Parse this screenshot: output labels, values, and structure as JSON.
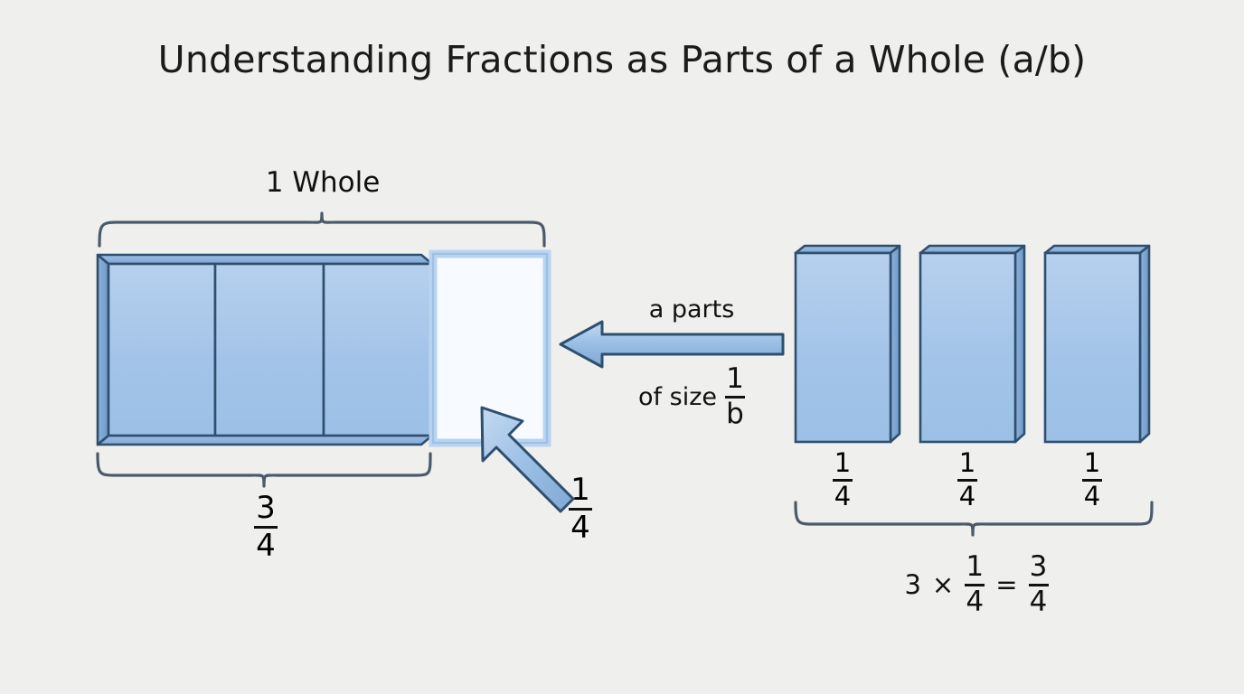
{
  "page": {
    "title": "Understanding Fractions as Parts of a Whole (a/b)",
    "background_color": "#efefed",
    "text_color": "#111111"
  },
  "colors": {
    "block_fill": "#a3c4e8",
    "block_fill_light": "#b7d0ee",
    "block_edge_dark": "#2f4f6e",
    "block_side_face": "#7ba3d0",
    "block_top_face": "#8fb4dc",
    "empty_fill": "#f7fbff",
    "empty_border": "#b9d4f0",
    "brace_stroke": "#4a5a68",
    "arrow_fill": "#9cc0e6",
    "arrow_stroke": "#2f4f6e"
  },
  "whole_bar": {
    "label": "1 Whole",
    "total_parts": 4,
    "filled_parts": 3,
    "empty_parts": 1,
    "filled_label": {
      "numerator": "3",
      "denominator": "4"
    },
    "empty_label": {
      "numerator": "1",
      "denominator": "4"
    }
  },
  "center_annotation": {
    "above_arrow": "a parts",
    "below_arrow_text": "of size",
    "below_arrow_fraction": {
      "numerator": "1",
      "denominator": "b"
    },
    "arrow_direction": "left"
  },
  "unit_pieces": {
    "count": 3,
    "labels": [
      {
        "numerator": "1",
        "denominator": "4"
      },
      {
        "numerator": "1",
        "denominator": "4"
      },
      {
        "numerator": "1",
        "denominator": "4"
      }
    ]
  },
  "equation": {
    "count": "3",
    "times": "×",
    "unit": {
      "numerator": "1",
      "denominator": "4"
    },
    "equals": "=",
    "result": {
      "numerator": "3",
      "denominator": "4"
    }
  }
}
